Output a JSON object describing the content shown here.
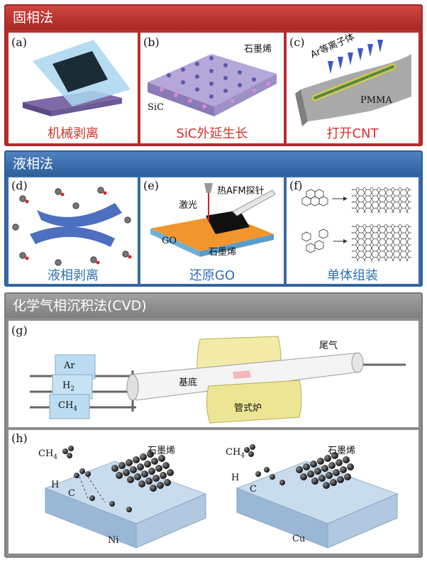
{
  "solid": {
    "title": "固相法",
    "panels": [
      {
        "label": "(a)",
        "caption": "机械剥离"
      },
      {
        "label": "(b)",
        "caption": "SiC外延生长",
        "graphene": "石墨烯",
        "sic": "SiC"
      },
      {
        "label": "(c)",
        "caption": "打开CNT",
        "plasma": "Ar等离子体",
        "pmma": "PMMA"
      }
    ]
  },
  "liquid": {
    "title": "液相法",
    "panels": [
      {
        "label": "(d)",
        "caption": "液相剥离"
      },
      {
        "label": "(e)",
        "caption": "还原GO",
        "laser": "激光",
        "probe": "热AFM探针",
        "go": "GO",
        "graphene": "石墨烯"
      },
      {
        "label": "(f)",
        "caption": "单体组装"
      }
    ]
  },
  "cvd": {
    "title": "化学气相沉积法(CVD)",
    "g": {
      "label": "(g)",
      "ar": "Ar",
      "h2": "H",
      "h2_sub": "2",
      "ch4": "CH",
      "ch4_sub": "4",
      "exhaust": "尾气",
      "substrate": "基底",
      "furnace": "管式炉"
    },
    "h": {
      "label": "(h)",
      "left": {
        "ch4": "CH",
        "ch4_sub": "4",
        "h": "H",
        "c": "C",
        "graphene": "石墨烯",
        "metal": "Ni"
      },
      "right": {
        "ch4": "CH",
        "ch4_sub": "4",
        "h": "H",
        "c": "C",
        "graphene": "石墨烯",
        "metal": "Cu"
      }
    }
  },
  "colors": {
    "solid_header": "#b8302d",
    "solid_border": "#a8262a",
    "liquid_header": "#3a6aa8",
    "liquid_border": "#2e5b97",
    "cvd_header": "#8d8d8d",
    "cvd_border": "#7a7a7a",
    "caption_red": "#d4312a",
    "caption_blue": "#2e6fb5"
  }
}
